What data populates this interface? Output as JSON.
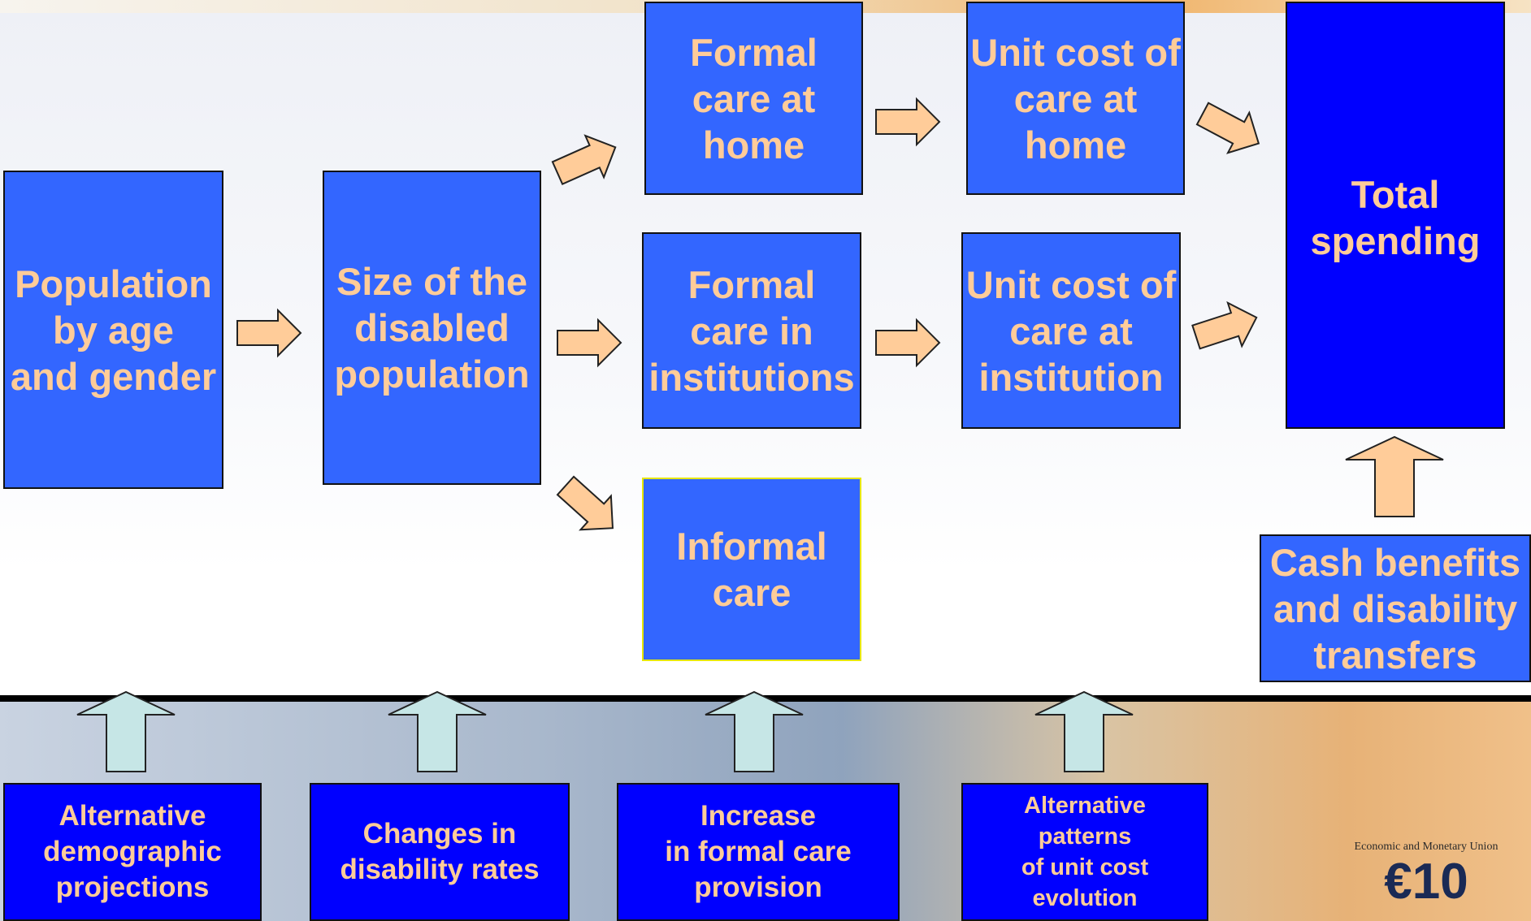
{
  "nodes": {
    "population": "Population\nby age\nand gender",
    "disabled": "Size of the\ndisabled\npopulation",
    "formal_home": "Formal\ncare at\nhome",
    "formal_inst": "Formal\ncare in\ninstitutions",
    "informal": "Informal\ncare",
    "unit_home": "Unit cost of\ncare at\nhome",
    "unit_inst": "Unit cost of\ncare at\ninstitution",
    "total": "Total\nspending",
    "cash": "Cash benefits\nand disability\ntransfers"
  },
  "drivers": {
    "demographic": "Alternative\ndemographic\nprojections",
    "disability_rates": "Changes in\ndisability rates",
    "formal_provision": "Increase\nin formal care\nprovision",
    "unit_cost": "Alternative\npatterns\nof unit cost\nevolution"
  },
  "logo": {
    "caption": "Economic and Monetary Union",
    "mark": "€10"
  },
  "colors": {
    "box_fill": "#3366ff",
    "box_fill_dark": "#0000ff",
    "text": "#ffcc99",
    "arrow_fill": "#ffcc99",
    "driver_arrow_fill": "#c6e6e6"
  }
}
